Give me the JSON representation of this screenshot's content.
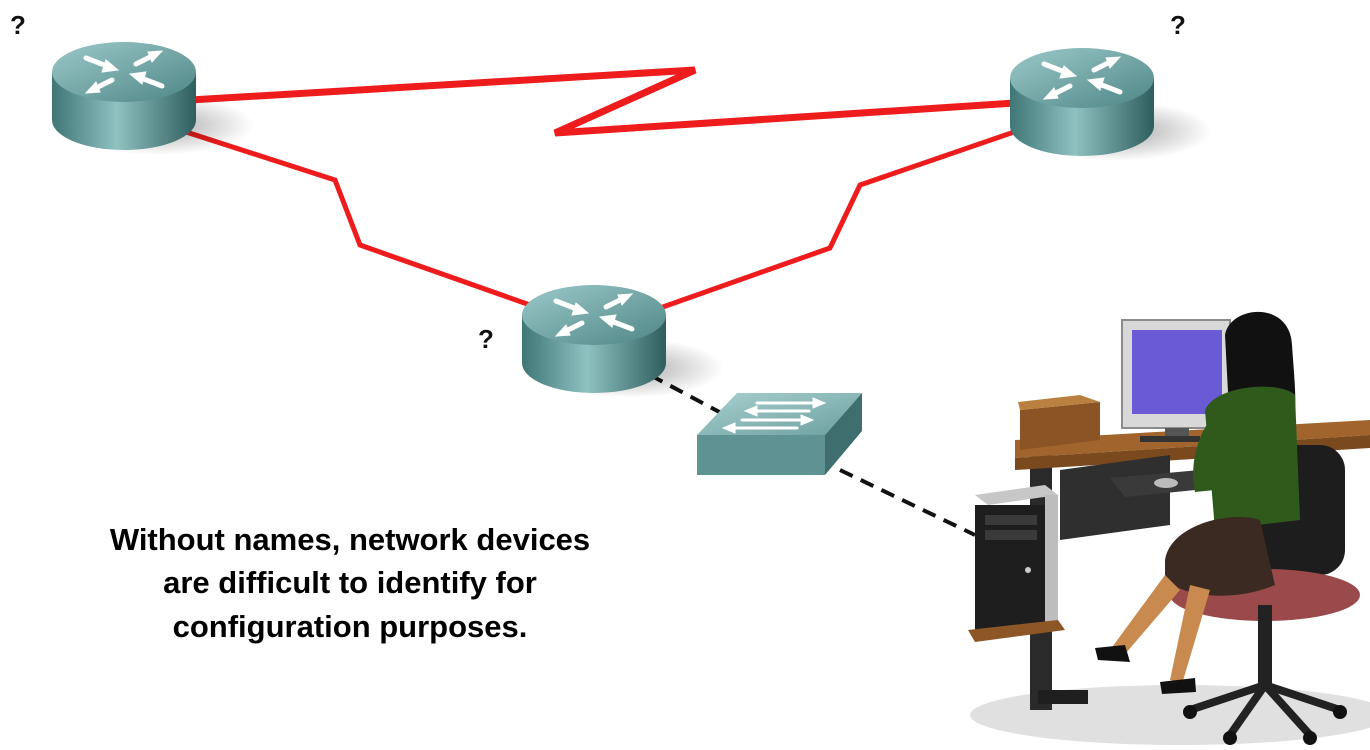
{
  "labels": {
    "router_top_left_unknown_name": "?",
    "router_top_right_unknown_name": "?",
    "router_center_unknown_name": "?"
  },
  "caption": {
    "line1": "Without names, network devices",
    "line2": "are difficult to identify for",
    "line3": "configuration purposes."
  },
  "colors": {
    "serial_link": "#ee1c1c",
    "router_body": "#5f9a9a",
    "switch_body": "#6fa3a3",
    "ethernet_link": "#111111"
  },
  "icons": {
    "router": "router-icon",
    "switch": "switch-icon",
    "workstation": "user-at-workstation"
  }
}
